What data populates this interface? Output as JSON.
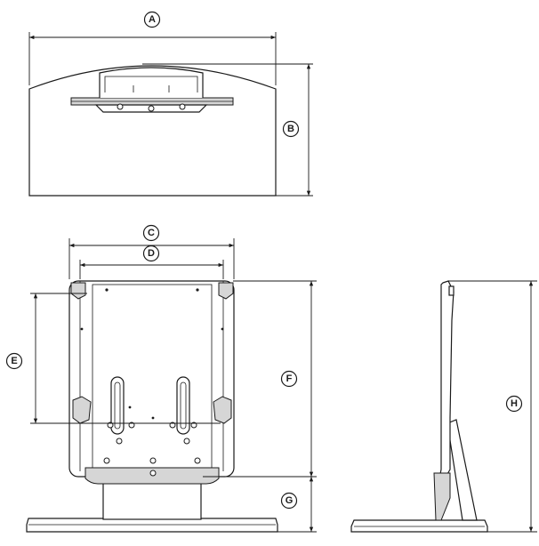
{
  "labels": {
    "a": "A",
    "b": "B",
    "c": "C",
    "d": "D",
    "e": "E",
    "f": "F",
    "g": "G",
    "h": "H"
  },
  "colors": {
    "line": "#1a1a1a",
    "shade": "#d6d6d6",
    "background": "#ffffff"
  }
}
